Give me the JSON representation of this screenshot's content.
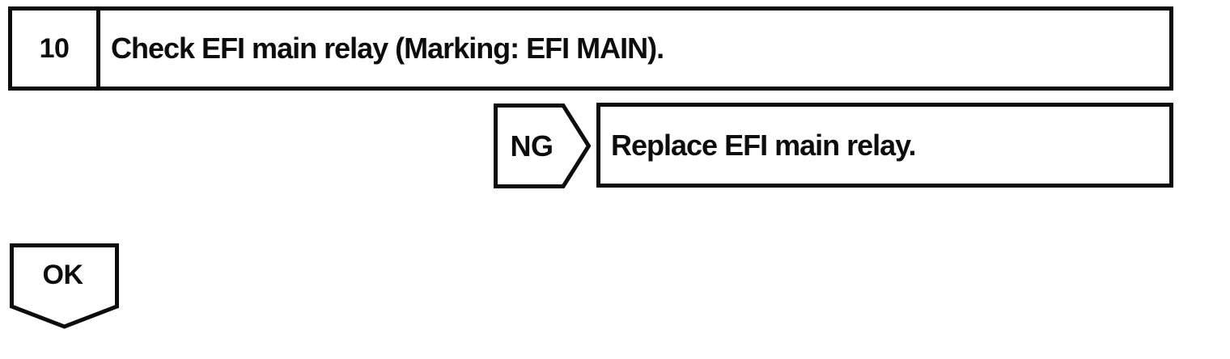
{
  "document": {
    "type": "troubleshooting-flowchart-step",
    "background_color": "#ffffff",
    "line_color": "#0d0d0d"
  },
  "step_box": {
    "number": "10",
    "instruction": "Check EFI main relay (Marking: EFI MAIN)."
  },
  "ng_branch": {
    "connector_label": "NG",
    "action": "Replace EFI main relay."
  },
  "ok_branch": {
    "connector_label": "OK"
  }
}
